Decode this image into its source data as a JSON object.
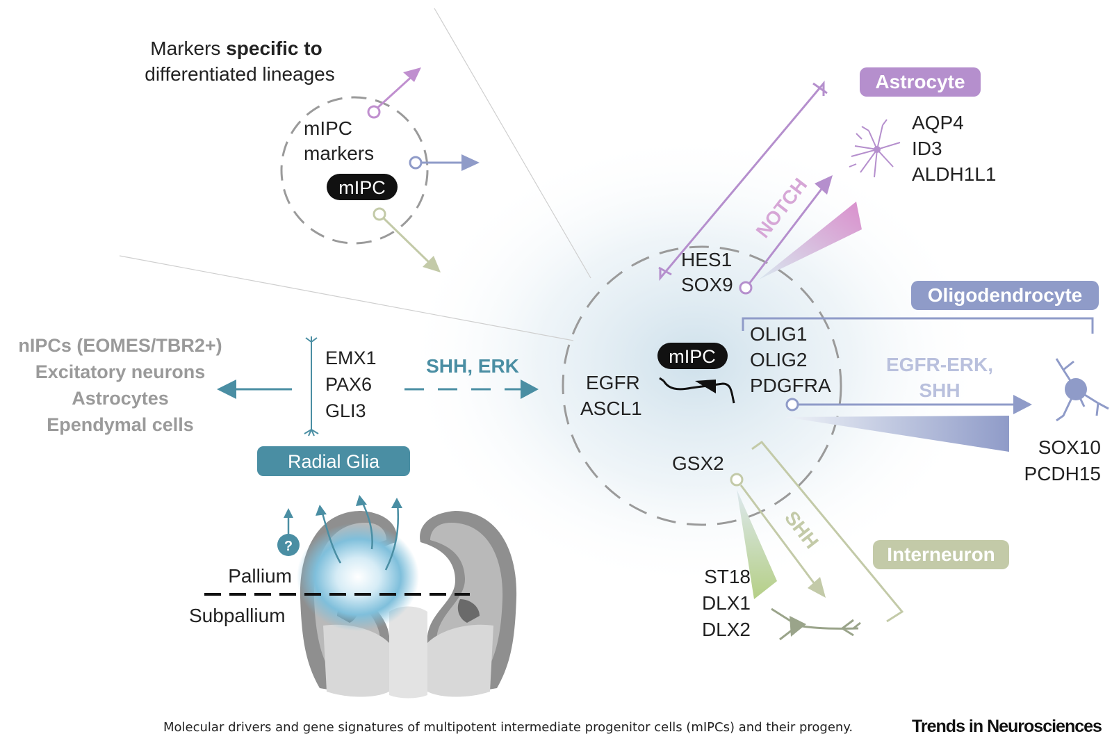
{
  "inset": {
    "title_normal": "Markers ",
    "title_bold": "specific to",
    "title_line2": "differentiated lineages",
    "markers_line1": "mIPC",
    "markers_line2": "markers",
    "badge": "mIPC"
  },
  "radial_glia": {
    "label": "Radial Glia",
    "genes": [
      "EMX1",
      "PAX6",
      "GLI3"
    ],
    "outputs": [
      "nIPCs (EOMES/TBR2+)",
      "Excitatory neurons",
      "Astrocytes",
      "Ependymal cells"
    ],
    "signal": "SHH, ERK"
  },
  "brain": {
    "pallium": "Pallium",
    "subpallium": "Subpallium",
    "question": "?"
  },
  "mipc": {
    "badge": "mIPC",
    "genes_left": [
      "EGFR",
      "ASCL1"
    ],
    "genes_top": [
      "HES1",
      "SOX9"
    ],
    "genes_right": [
      "OLIG1",
      "OLIG2",
      "PDGFRA"
    ],
    "genes_bottom": [
      "GSX2"
    ]
  },
  "astrocyte": {
    "label": "Astrocyte",
    "signal": "NOTCH",
    "markers": [
      "AQP4",
      "ID3",
      "ALDH1L1"
    ],
    "color": "#b58fcd"
  },
  "oligodendrocyte": {
    "label": "Oligodendrocyte",
    "signal_line1": "EGFR-ERK,",
    "signal_line2": "SHH",
    "markers": [
      "SOX10",
      "PCDH15"
    ],
    "color": "#8f9bc8"
  },
  "interneuron": {
    "label": "Interneuron",
    "signal": "SHH",
    "markers": [
      "ST18",
      "DLX1",
      "DLX2"
    ],
    "color": "#c3caa8"
  },
  "colors": {
    "teal": "#4a8ea3",
    "grey_text": "#9a9a9a"
  },
  "caption": "Molecular drivers and gene signatures of multipotent intermediate progenitor cells (mIPCs) and their progeny.",
  "journal": "Trends in Neurosciences"
}
